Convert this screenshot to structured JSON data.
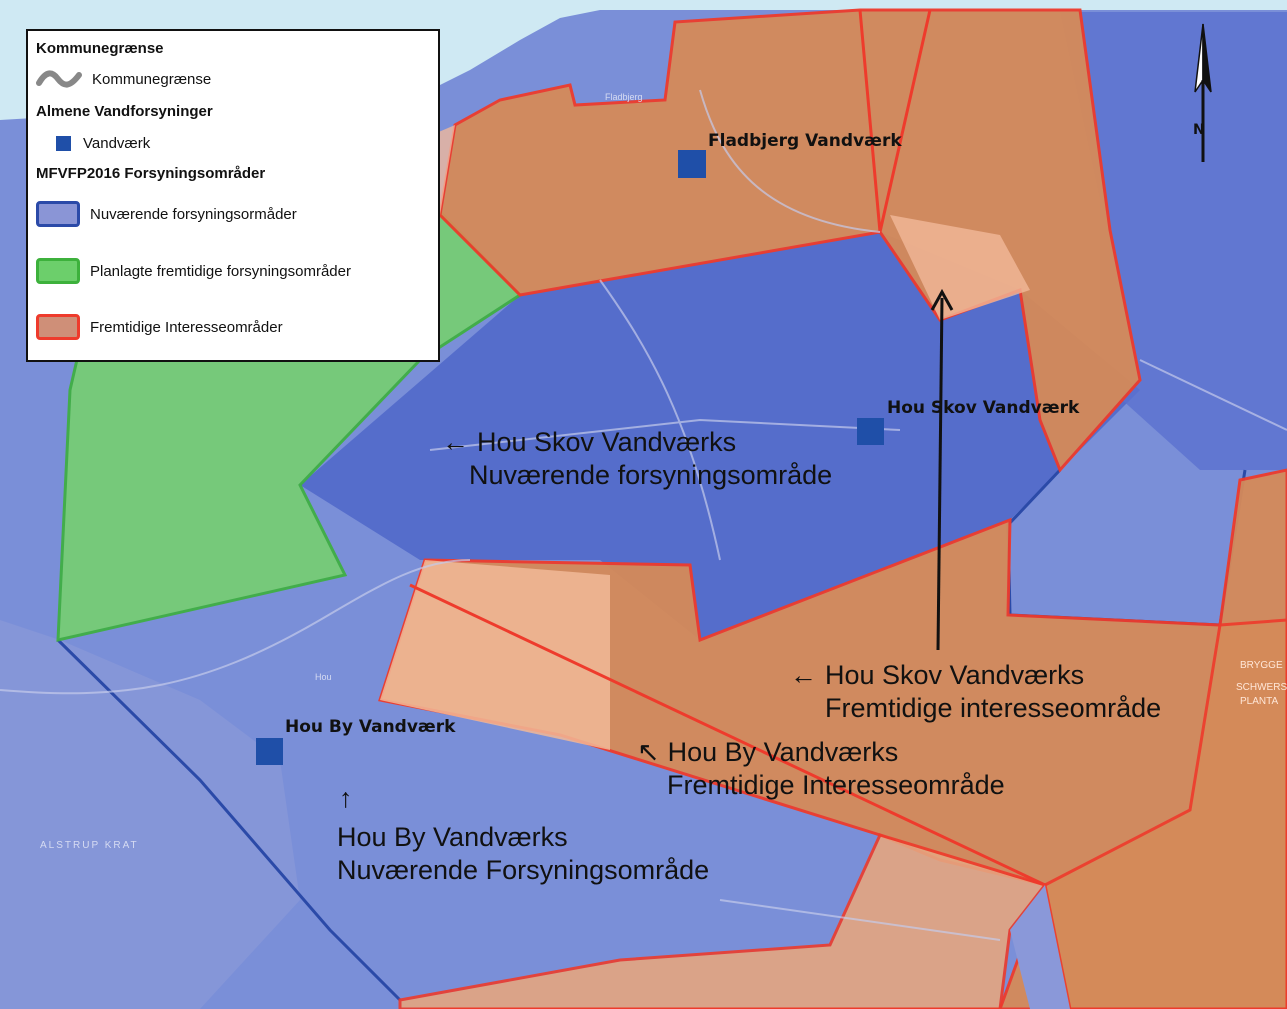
{
  "legend": {
    "group1_title": "Kommunegrænse",
    "group1_item": "Kommunegrænse",
    "group2_title": "Almene Vandforsyninger",
    "group2_item": "Vandværk",
    "group3_title": "MFVFP2016 Forsyningsområder",
    "items": [
      {
        "label": "Nuværende forsyningsormåder",
        "fill": "#8a95d6",
        "border": "#2b4aa8"
      },
      {
        "label": "Planlagte fremtidige forsyningsområder",
        "fill": "#6ccf6b",
        "border": "#3db13c"
      },
      {
        "label": "Fremtidige Interesseområder",
        "fill": "#cf8f78",
        "border": "#ee3b2c"
      }
    ]
  },
  "waterworks": [
    {
      "name": "Fladbjerg Vandværk"
    },
    {
      "name": "Hou Skov Vandværk"
    },
    {
      "name": "Hou By Vandværk"
    }
  ],
  "annotations": [
    {
      "line1": "Hou Skov Vandværks",
      "line2": "Nuværende forsyningsområde",
      "arrow": "←"
    },
    {
      "line1": "Hou Skov Vandværks",
      "line2": "Fremtidige interesseområde",
      "arrow": "←"
    },
    {
      "line1": "Hou By Vandværks",
      "line2": "Fremtidige Interesseområde",
      "arrow": "↖"
    },
    {
      "line1": "Hou By Vandværks",
      "line2": "Nuværende Forsyningsområde",
      "arrow": "↑"
    }
  ],
  "north_arrow": {
    "label": "N"
  },
  "place_labels": {
    "alstrup": "ALSTRUP KRAT",
    "fladbjerg_small": "Fladbjerg",
    "hou_small": "Hou",
    "brygge": "BRYGGE",
    "schwers": "SCHWERS",
    "plantage": "PLANTA"
  },
  "colors": {
    "current_area": "#6b7fd1",
    "current_area_dark": "#4a62c8",
    "planned_area": "#7fd27a",
    "interest_area": "#e8a07a",
    "interest_area_dark": "#c97a4f",
    "interest_border": "#ee3b2c",
    "current_border": "#2b4aa8",
    "sea": "#cfe9f3",
    "waterworks": "#1f4fa8"
  }
}
